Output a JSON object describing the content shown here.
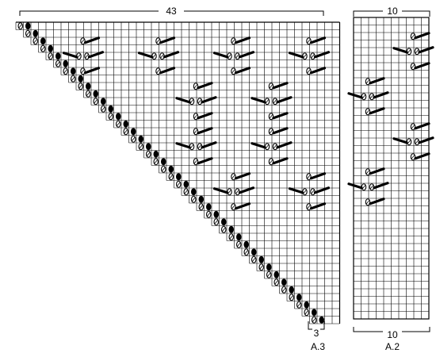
{
  "chart_a3": {
    "width_label": "43",
    "repeat_label": "3",
    "name": "A.3",
    "columns": 43,
    "rows": 40,
    "yarnover_pairs": [
      [
        1,
        1
      ],
      [
        2,
        2
      ],
      [
        3,
        3
      ],
      [
        4,
        4
      ],
      [
        5,
        5
      ],
      [
        6,
        6
      ],
      [
        7,
        7
      ],
      [
        8,
        8
      ],
      [
        9,
        9
      ],
      [
        10,
        10
      ],
      [
        11,
        11
      ],
      [
        12,
        12
      ],
      [
        13,
        13
      ],
      [
        14,
        14
      ],
      [
        15,
        15
      ],
      [
        16,
        16
      ],
      [
        17,
        17
      ],
      [
        18,
        18
      ],
      [
        19,
        19
      ],
      [
        20,
        20
      ],
      [
        21,
        21
      ],
      [
        22,
        22
      ],
      [
        23,
        23
      ],
      [
        24,
        24
      ],
      [
        25,
        25
      ],
      [
        26,
        26
      ],
      [
        27,
        27
      ],
      [
        28,
        28
      ],
      [
        29,
        29
      ],
      [
        30,
        30
      ],
      [
        31,
        31
      ],
      [
        32,
        32
      ],
      [
        33,
        33
      ],
      [
        34,
        34
      ],
      [
        35,
        35
      ],
      [
        36,
        36
      ],
      [
        37,
        37
      ],
      [
        38,
        38
      ],
      [
        39,
        39
      ],
      [
        40,
        40
      ]
    ],
    "leaf_motifs": [
      [
        9,
        4
      ],
      [
        19,
        4
      ],
      [
        29,
        4
      ],
      [
        39,
        4
      ],
      [
        24,
        10
      ],
      [
        34,
        10
      ],
      [
        24,
        16
      ],
      [
        34,
        16
      ],
      [
        29,
        22
      ],
      [
        39,
        22
      ]
    ]
  },
  "chart_a2": {
    "top_label": "10",
    "bottom_label": "10",
    "name": "A.2",
    "columns": 10,
    "rows": 40,
    "leaf_motifs": [
      [
        8,
        4
      ],
      [
        2,
        10
      ],
      [
        8,
        16
      ],
      [
        2,
        22
      ]
    ]
  }
}
